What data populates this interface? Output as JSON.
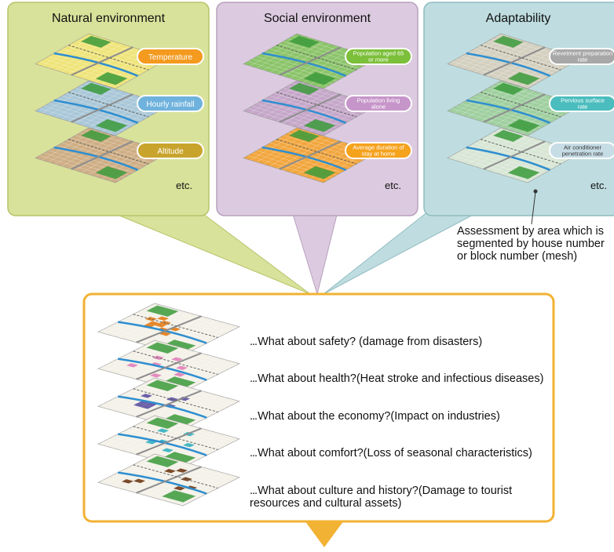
{
  "panels": [
    {
      "title": "Natural environment",
      "color": "#d9e29a",
      "layers": [
        {
          "label": "Temperature",
          "badge_color": "#f39a1f",
          "map_color": "#efe47a"
        },
        {
          "label": "Hourly rainfall",
          "badge_color": "#6fb2dd",
          "map_color": "#a9c7d8"
        },
        {
          "label": "Altitude",
          "badge_color": "#c9a42d",
          "map_color": "#cfae85"
        }
      ],
      "etc": "etc."
    },
    {
      "title": "Social environment",
      "color": "#dccbe0",
      "layers": [
        {
          "label": "Population aged 65 or more",
          "badge_color": "#7cbf3a",
          "map_color": "#8cc46a"
        },
        {
          "label": "Population living alone",
          "badge_color": "#c695c9",
          "map_color": "#c5a7c9"
        },
        {
          "label": "Average duration of stay at home",
          "badge_color": "#f5a21d",
          "map_color": "#f2a63e"
        }
      ],
      "etc": "etc."
    },
    {
      "title": "Adaptability",
      "color": "#bfdde0",
      "layers": [
        {
          "label": "Revetment preparation rate",
          "badge_color": "#a8a8a8",
          "map_color": "#d4d0c0"
        },
        {
          "label": "Pervious surface rate",
          "badge_color": "#4bbdbe",
          "map_color": "#9fcf9f"
        },
        {
          "label": "Air conditioner penetration rate",
          "badge_color": "#c7dde6",
          "map_color": "#d8e6d5"
        }
      ],
      "etc": "etc."
    }
  ],
  "mesh_note": "Assessment by area which is segmented by house number or block number (mesh)",
  "questions": [
    {
      "dots": "...",
      "text": "What about safety? (damage from disasters)",
      "dot_color": "#e5862a"
    },
    {
      "dots": "...",
      "text": "What about health?(Heat stroke and infectious diseases)",
      "dot_color": "#e38bbf"
    },
    {
      "dots": "...",
      "text": "What about the economy?(Impact on industries)",
      "dot_color": "#6b5fa8"
    },
    {
      "dots": "...",
      "text": "What about comfort?(Loss of seasonal characteristics)",
      "dot_color": "#47b6c4"
    },
    {
      "dots": "...",
      "text": "What about culture and history?(Damage to tourist resources and cultural assets)",
      "dot_color": "#7a4a2a"
    }
  ],
  "colors": {
    "summary_border": "#f2b233",
    "arrow": "#f2b233",
    "river": "#2e8ed0",
    "road": "#8d8d8d",
    "park": "#3a9a3a"
  }
}
